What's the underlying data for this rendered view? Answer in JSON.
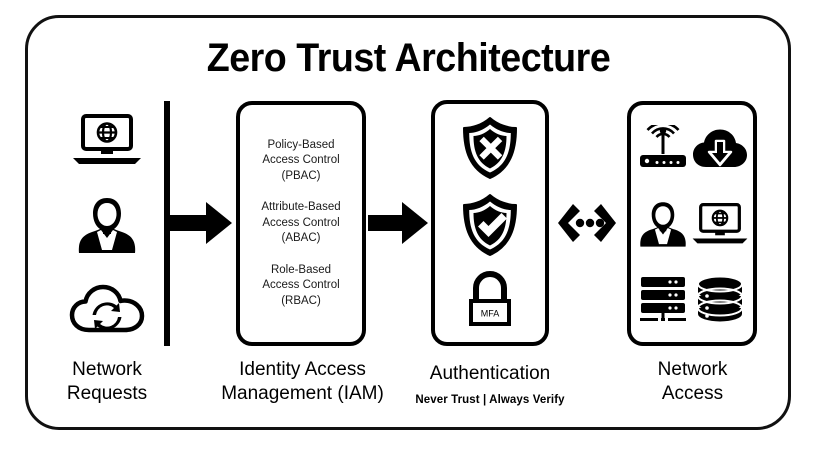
{
  "diagram": {
    "title": "Zero Trust Architecture",
    "accent_color": "#000000",
    "background_color": "#ffffff"
  },
  "columns": {
    "requests": {
      "caption_line1": "Network",
      "caption_line2": "Requests",
      "icons": [
        "laptop-globe-icon",
        "user-icon",
        "cloud-sync-icon"
      ]
    },
    "iam": {
      "caption_line1": "Identity Access",
      "caption_line2": "Management (IAM)",
      "items": [
        {
          "line1": "Policy-Based",
          "line2": "Access Control",
          "line3": "(PBAC)"
        },
        {
          "line1": "Attribute-Based",
          "line2": "Access Control",
          "line3": "(ABAC)"
        },
        {
          "line1": "Role-Based",
          "line2": "Access Control",
          "line3": "(RBAC)"
        }
      ]
    },
    "auth": {
      "caption_line1": "Authentication",
      "caption_sub": "Never Trust  |  Always Verify",
      "icons": [
        "shield-deny-icon",
        "shield-approve-icon",
        "padlock-mfa-icon"
      ],
      "padlock_label": "MFA"
    },
    "access": {
      "caption_line1": "Network",
      "caption_line2": "Access",
      "icons": [
        "wifi-router-icon",
        "cloud-download-icon",
        "user-icon",
        "laptop-globe-icon",
        "server-rack-icon",
        "database-icon"
      ]
    }
  },
  "connectors": {
    "arrow_requests_to_iam": "arrow-right-icon",
    "arrow_iam_to_auth": "arrow-right-icon",
    "connector_auth_to_access": "bidirectional-dots-icon"
  }
}
